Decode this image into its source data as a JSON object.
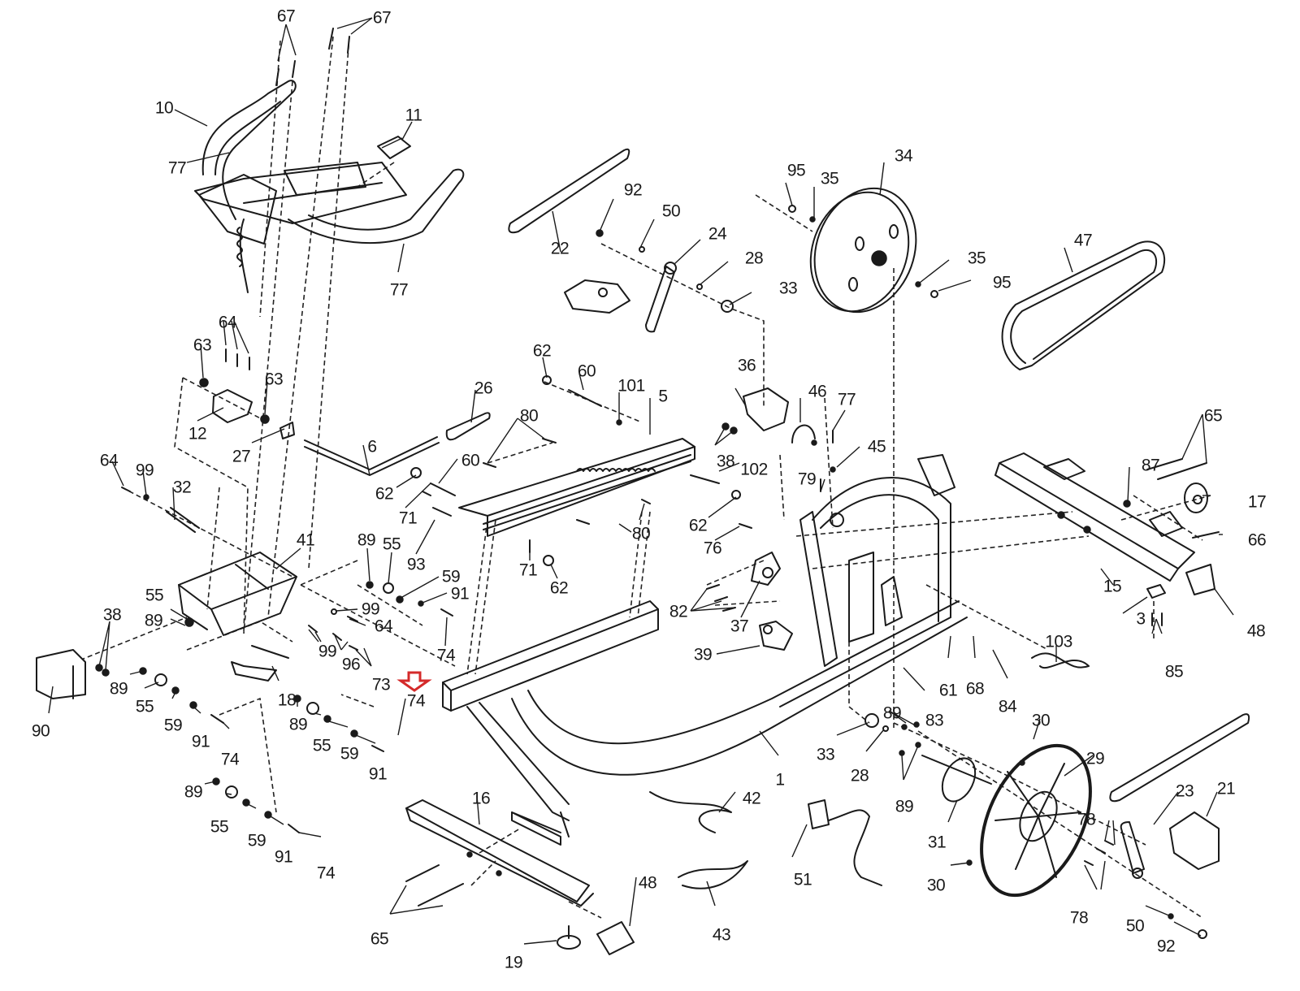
{
  "diagram": {
    "type": "exploded-parts-diagram",
    "subject": "Exercise bike assembly",
    "highlighted_part": "74",
    "highlight_color": "#d42a2a",
    "labels": [
      {
        "id": "67a",
        "text": "67"
      },
      {
        "id": "67b",
        "text": "67"
      },
      {
        "id": "10",
        "text": "10"
      },
      {
        "id": "11",
        "text": "11"
      },
      {
        "id": "77a",
        "text": "77"
      },
      {
        "id": "77b",
        "text": "77"
      },
      {
        "id": "77c",
        "text": "77"
      },
      {
        "id": "22",
        "text": "22"
      },
      {
        "id": "92a",
        "text": "92"
      },
      {
        "id": "50a",
        "text": "50"
      },
      {
        "id": "24",
        "text": "24"
      },
      {
        "id": "28a",
        "text": "28"
      },
      {
        "id": "33a",
        "text": "33"
      },
      {
        "id": "95a",
        "text": "95"
      },
      {
        "id": "35a",
        "text": "35"
      },
      {
        "id": "34",
        "text": "34"
      },
      {
        "id": "35b",
        "text": "35"
      },
      {
        "id": "95b",
        "text": "95"
      },
      {
        "id": "47",
        "text": "47"
      },
      {
        "id": "64a",
        "text": "64"
      },
      {
        "id": "63a",
        "text": "63"
      },
      {
        "id": "63b",
        "text": "63"
      },
      {
        "id": "12",
        "text": "12"
      },
      {
        "id": "27",
        "text": "27"
      },
      {
        "id": "26",
        "text": "26"
      },
      {
        "id": "6",
        "text": "6"
      },
      {
        "id": "62a",
        "text": "62"
      },
      {
        "id": "60a",
        "text": "60"
      },
      {
        "id": "101",
        "text": "101"
      },
      {
        "id": "5",
        "text": "5"
      },
      {
        "id": "80a",
        "text": "80"
      },
      {
        "id": "60b",
        "text": "60"
      },
      {
        "id": "36",
        "text": "36"
      },
      {
        "id": "46",
        "text": "46"
      },
      {
        "id": "45",
        "text": "45"
      },
      {
        "id": "38a",
        "text": "38"
      },
      {
        "id": "102",
        "text": "102"
      },
      {
        "id": "79",
        "text": "79"
      },
      {
        "id": "65a",
        "text": "65"
      },
      {
        "id": "87",
        "text": "87"
      },
      {
        "id": "17",
        "text": "17"
      },
      {
        "id": "66",
        "text": "66"
      },
      {
        "id": "15",
        "text": "15"
      },
      {
        "id": "3",
        "text": "3"
      },
      {
        "id": "48a",
        "text": "48"
      },
      {
        "id": "85",
        "text": "85"
      },
      {
        "id": "64b",
        "text": "64"
      },
      {
        "id": "99a",
        "text": "99"
      },
      {
        "id": "32",
        "text": "32"
      },
      {
        "id": "62b",
        "text": "62"
      },
      {
        "id": "71a",
        "text": "71"
      },
      {
        "id": "93",
        "text": "93"
      },
      {
        "id": "41",
        "text": "41"
      },
      {
        "id": "89a",
        "text": "89"
      },
      {
        "id": "55a",
        "text": "55"
      },
      {
        "id": "59a",
        "text": "59"
      },
      {
        "id": "91a",
        "text": "91"
      },
      {
        "id": "99b",
        "text": "99"
      },
      {
        "id": "64c",
        "text": "64"
      },
      {
        "id": "74a",
        "text": "74"
      },
      {
        "id": "71b",
        "text": "71"
      },
      {
        "id": "62c",
        "text": "62"
      },
      {
        "id": "80b",
        "text": "80"
      },
      {
        "id": "62d",
        "text": "62"
      },
      {
        "id": "76",
        "text": "76"
      },
      {
        "id": "82",
        "text": "82"
      },
      {
        "id": "37",
        "text": "37"
      },
      {
        "id": "39",
        "text": "39"
      },
      {
        "id": "55b",
        "text": "55"
      },
      {
        "id": "89b",
        "text": "89"
      },
      {
        "id": "38b",
        "text": "38"
      },
      {
        "id": "99c",
        "text": "99"
      },
      {
        "id": "96",
        "text": "96"
      },
      {
        "id": "73",
        "text": "73"
      },
      {
        "id": "74b",
        "text": "74"
      },
      {
        "id": "18",
        "text": "18"
      },
      {
        "id": "90",
        "text": "90"
      },
      {
        "id": "89c",
        "text": "89"
      },
      {
        "id": "55c",
        "text": "55"
      },
      {
        "id": "59b",
        "text": "59"
      },
      {
        "id": "91b",
        "text": "91"
      },
      {
        "id": "74c",
        "text": "74"
      },
      {
        "id": "89d",
        "text": "89"
      },
      {
        "id": "55d",
        "text": "55"
      },
      {
        "id": "59c",
        "text": "59"
      },
      {
        "id": "91c",
        "text": "91"
      },
      {
        "id": "61",
        "text": "61"
      },
      {
        "id": "68",
        "text": "68"
      },
      {
        "id": "84",
        "text": "84"
      },
      {
        "id": "103",
        "text": "103"
      },
      {
        "id": "83",
        "text": "83"
      },
      {
        "id": "89e",
        "text": "89"
      },
      {
        "id": "33b",
        "text": "33"
      },
      {
        "id": "28b",
        "text": "28"
      },
      {
        "id": "89f",
        "text": "89"
      },
      {
        "id": "1",
        "text": "1"
      },
      {
        "id": "30a",
        "text": "30"
      },
      {
        "id": "29",
        "text": "29"
      },
      {
        "id": "31",
        "text": "31"
      },
      {
        "id": "23",
        "text": "23"
      },
      {
        "id": "21",
        "text": "21"
      },
      {
        "id": "78a",
        "text": "78"
      },
      {
        "id": "78b",
        "text": "78"
      },
      {
        "id": "30b",
        "text": "30"
      },
      {
        "id": "50b",
        "text": "50"
      },
      {
        "id": "92b",
        "text": "92"
      },
      {
        "id": "89g",
        "text": "89"
      },
      {
        "id": "55e",
        "text": "55"
      },
      {
        "id": "59d",
        "text": "59"
      },
      {
        "id": "91d",
        "text": "91"
      },
      {
        "id": "74d",
        "text": "74"
      },
      {
        "id": "16",
        "text": "16"
      },
      {
        "id": "42",
        "text": "42"
      },
      {
        "id": "43",
        "text": "43"
      },
      {
        "id": "51",
        "text": "51"
      },
      {
        "id": "48b",
        "text": "48"
      },
      {
        "id": "65b",
        "text": "65"
      },
      {
        "id": "19",
        "text": "19"
      }
    ]
  }
}
